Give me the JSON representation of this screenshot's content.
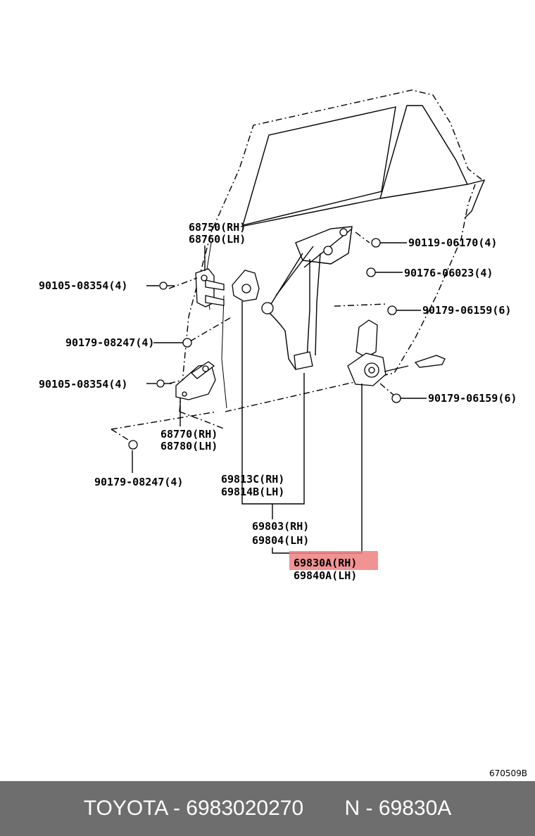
{
  "diagram": {
    "labels": {
      "p68750": "68750(RH)",
      "p68760": "68760(LH)",
      "p90119": "90119-06170(4)",
      "p90176": "90176-06023(4)",
      "p90105a": "90105-08354(4)",
      "p90179c": "90179-06159(6)",
      "p90179a": "90179-08247(4)",
      "p90105b": "90105-08354(4)",
      "p90179d": "90179-06159(6)",
      "p68770": "68770(RH)",
      "p68780": "68780(LH)",
      "p90179b": "90179-08247(4)",
      "p69813": "69813C(RH)",
      "p69814": "69814B(LH)",
      "p69803": "69803(RH)",
      "p69804": "69804(LH)",
      "p69830": "69830A(RH)",
      "p69840": "69840A(LH)"
    },
    "highlighted_part": "69830A(RH)",
    "highlight_color": "#f08080",
    "diagram_code": "670509B"
  },
  "footer": {
    "brand": "TOYOTA",
    "part_number": "6983020270",
    "ref": "N - 69830A",
    "background": "#6e6e6e"
  }
}
